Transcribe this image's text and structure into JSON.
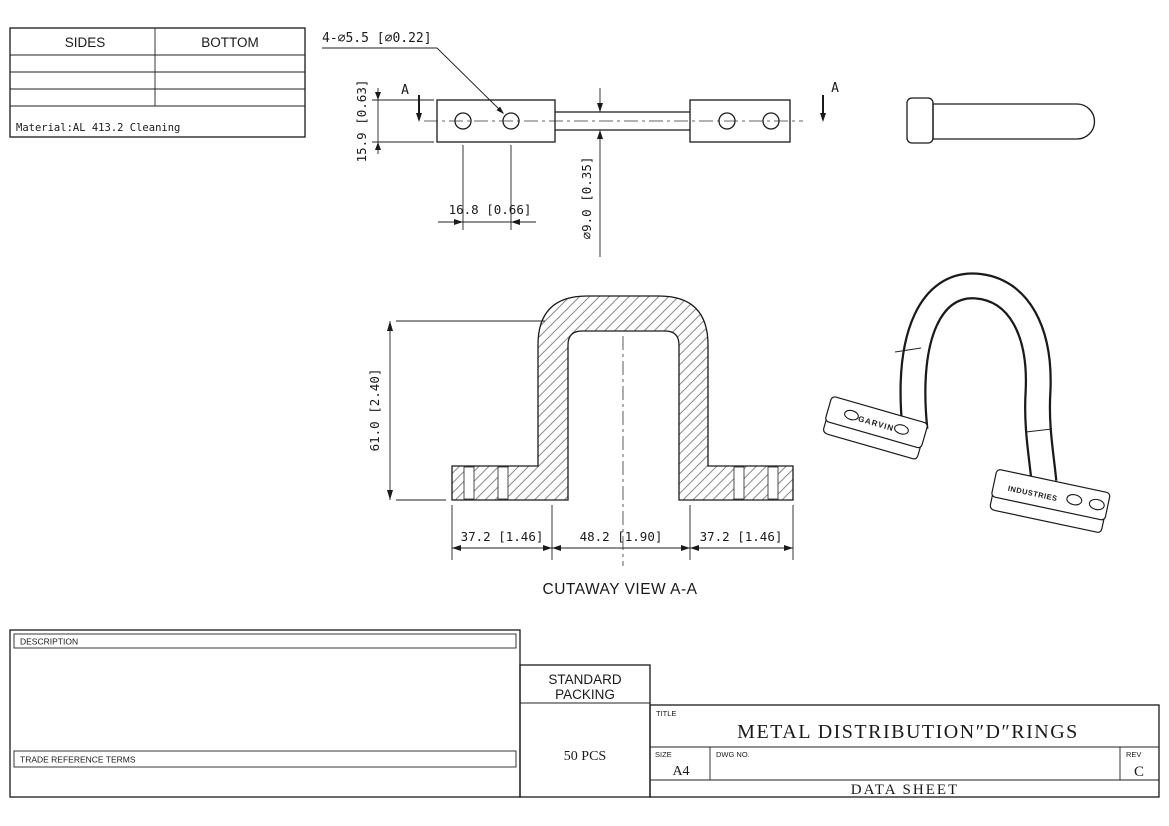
{
  "header_table": {
    "sides": "SIDES",
    "bottom": "BOTTOM",
    "material": "Material:AL 413.2  Cleaning"
  },
  "top_view": {
    "hole_callout": "4-⌀5.5 [⌀0.22]",
    "section_a_left": "A",
    "section_a_right": "A",
    "dim_thickness": "15.9 [0.63]",
    "dim_hole_spacing": "16.8 [0.66]",
    "dim_tube_dia": "⌀9.0 [0.35]"
  },
  "cutaway_view": {
    "caption": "CUTAWAY VIEW A-A",
    "dim_height": "61.0 [2.40]",
    "dim_left_flange": "37.2 [1.46]",
    "dim_inner_width": "48.2 [1.90]",
    "dim_right_flange": "37.2 [1.46]"
  },
  "iso_view": {
    "brand_line1": "GARVIN",
    "brand_line2": "INDUSTRIES"
  },
  "title_block": {
    "description_label": "DESCRIPTION",
    "trade_reference_label": "TRADE REFERENCE TERMS",
    "standard_packing_line1": "STANDARD",
    "standard_packing_line2": "PACKING",
    "packing_qty": "50 PCS",
    "title_label": "TITLE",
    "drawing_title": "METAL DISTRIBUTION″D″RINGS",
    "size_label": "SIZE",
    "size_value": "A4",
    "dwg_no_label": "DWG NO.",
    "rev_label": "REV",
    "rev_value": "C",
    "document_type": "DATA SHEET"
  }
}
